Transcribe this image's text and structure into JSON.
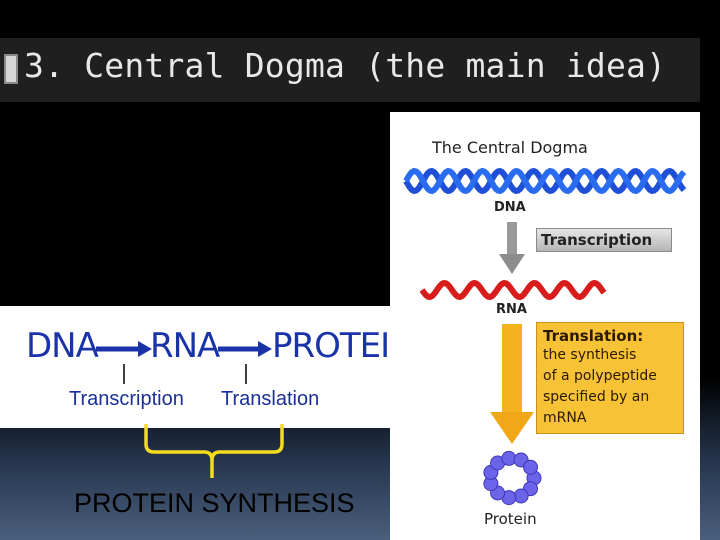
{
  "slide": {
    "title": "3. Central Dogma (the main idea)"
  },
  "equation": {
    "dna": "DNA",
    "rna": "RNA",
    "protein": "PROTEIN",
    "transcription": "Transcription",
    "translation": "Translation",
    "synthesis": "PROTEIN SYNTHESIS",
    "word_color": "#1a33a8",
    "brace_color": "#f2dc1c"
  },
  "diagram": {
    "title": "The Central Dogma",
    "dna_label": "DNA",
    "transcription_label": "Transcription",
    "rna_label": "RNA",
    "translation_title": "Translation:",
    "translation_desc": "the synthesis\nof a polypeptide\nspecified by an\nmRNA",
    "protein_label": "Protein",
    "dna_color": "#1e4fd6",
    "rna_color": "#d81b1b",
    "protein_color": "#6b63e8",
    "translation_color": "#f8c236"
  }
}
